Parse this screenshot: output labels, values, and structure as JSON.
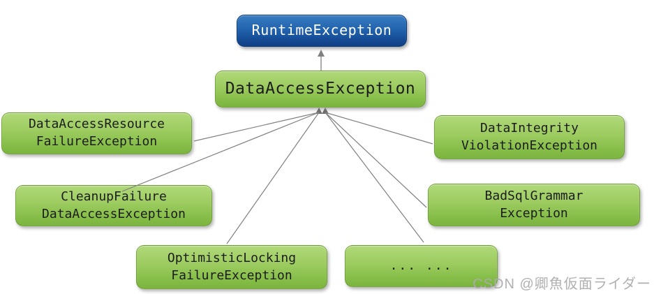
{
  "diagram": {
    "type": "class-hierarchy",
    "nodes": {
      "runtime": {
        "label": "RuntimeException"
      },
      "data_access": {
        "label": "DataAccessException"
      },
      "resource_failure": {
        "line1": "DataAccessResource",
        "line2": "FailureException"
      },
      "data_integrity": {
        "line1": "DataIntegrity",
        "line2": "ViolationException"
      },
      "cleanup_failure": {
        "line1": "CleanupFailure",
        "line2": "DataAccessException"
      },
      "bad_sql": {
        "line1": "BadSqlGrammar",
        "line2": "Exception"
      },
      "optimistic_locking": {
        "line1": "OptimisticLocking",
        "line2": "FailureException"
      },
      "more": {
        "label": "... ..."
      }
    },
    "edges": [
      {
        "from": "DataAccessException",
        "to": "RuntimeException",
        "style": "arrow-up"
      },
      {
        "from": "DataAccessResourceFailureException",
        "to": "DataAccessException",
        "style": "line"
      },
      {
        "from": "CleanupFailureDataAccessException",
        "to": "DataAccessException",
        "style": "line"
      },
      {
        "from": "OptimisticLockingFailureException",
        "to": "DataAccessException",
        "style": "line"
      },
      {
        "from": "DataIntegrityViolationException",
        "to": "DataAccessException",
        "style": "line"
      },
      {
        "from": "BadSqlGrammarException",
        "to": "DataAccessException",
        "style": "line"
      },
      {
        "from": "... ...",
        "to": "DataAccessException",
        "style": "line"
      }
    ],
    "colors": {
      "blue_box_top": "#3b7dc2",
      "blue_box_bottom": "#113f86",
      "green_box_top": "#b0d979",
      "green_box_bottom": "#7cb440",
      "connector_line": "#808080",
      "arrowhead": "#6e6e6e",
      "node_text_dark": "#1c1c1c",
      "node_text_light": "#ffffff",
      "watermark_text": "#acacac"
    }
  },
  "watermark": {
    "text": "CSDN @卿魚仮面ライダー"
  }
}
